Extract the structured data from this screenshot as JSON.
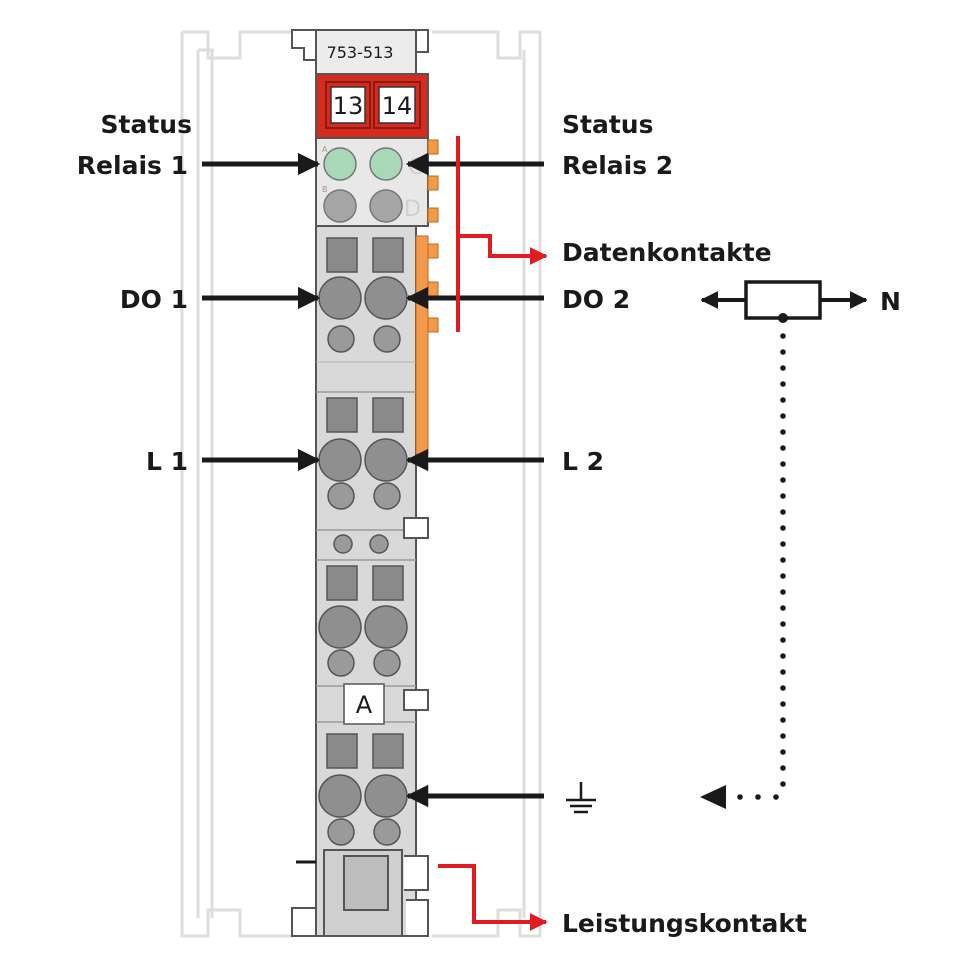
{
  "module": {
    "part_number": "753-513",
    "terminal_numbers": [
      "13",
      "14"
    ],
    "marking_label": "A",
    "led_marks": [
      "A",
      "B"
    ],
    "led_state_marks": [
      "C",
      "D"
    ]
  },
  "labels": {
    "status_relay_1": [
      "Status",
      "Relais 1"
    ],
    "status_relay_2": [
      "Status",
      "Relais 2"
    ],
    "data_contacts": "Datenkontakte",
    "do1": "DO 1",
    "do2": "DO 2",
    "l1": "L 1",
    "l2": "L 2",
    "n": "N",
    "power_contact": "Leistungskontakt"
  },
  "colors": {
    "housing": "#d9d9d9",
    "housing_outline": "#555555",
    "terminal_header": "#d52b1e",
    "led_green": "#a9d8b8",
    "led_gray": "#a6a6a6",
    "contact": "#f39a4a",
    "arrow": "#1a1a1a",
    "red_arrow": "#e11b22",
    "ghost_frame": "#dddddd"
  },
  "icons": [
    "ground-icon",
    "contact-resistor-icon"
  ]
}
